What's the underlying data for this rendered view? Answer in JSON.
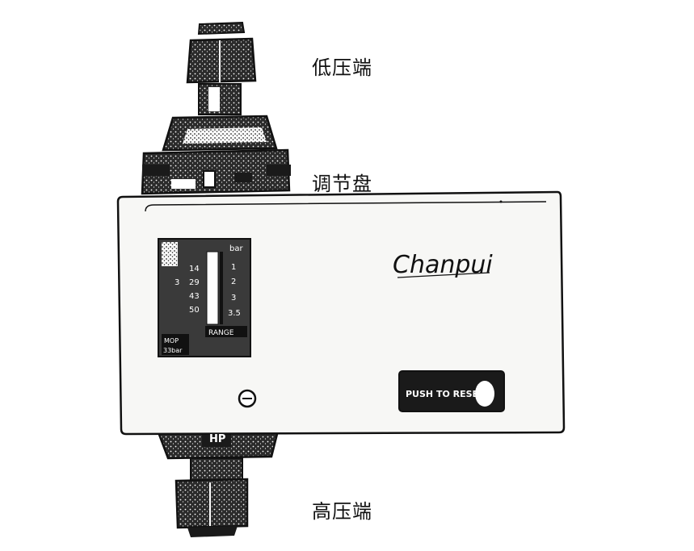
{
  "labels": {
    "low_pressure_end": "低压端",
    "adjust_dial": "调节盘",
    "high_pressure_end": "高压端"
  },
  "device": {
    "brand": "Chanpui",
    "reset_button_label": "PUSH TO RESET",
    "port_label": "HP",
    "scale": {
      "header": "bar",
      "left_values": [
        "14",
        "29",
        "43",
        "50"
      ],
      "left_small": "3",
      "right_values": [
        "1",
        "2",
        "3",
        "3.5"
      ],
      "range_label": "RANGE",
      "mop_label": "MOP",
      "mop_value": "33bar"
    }
  },
  "colors": {
    "ink": "#111111",
    "body_fill": "#f7f7f5",
    "scale_fill": "#3a3a3a"
  }
}
